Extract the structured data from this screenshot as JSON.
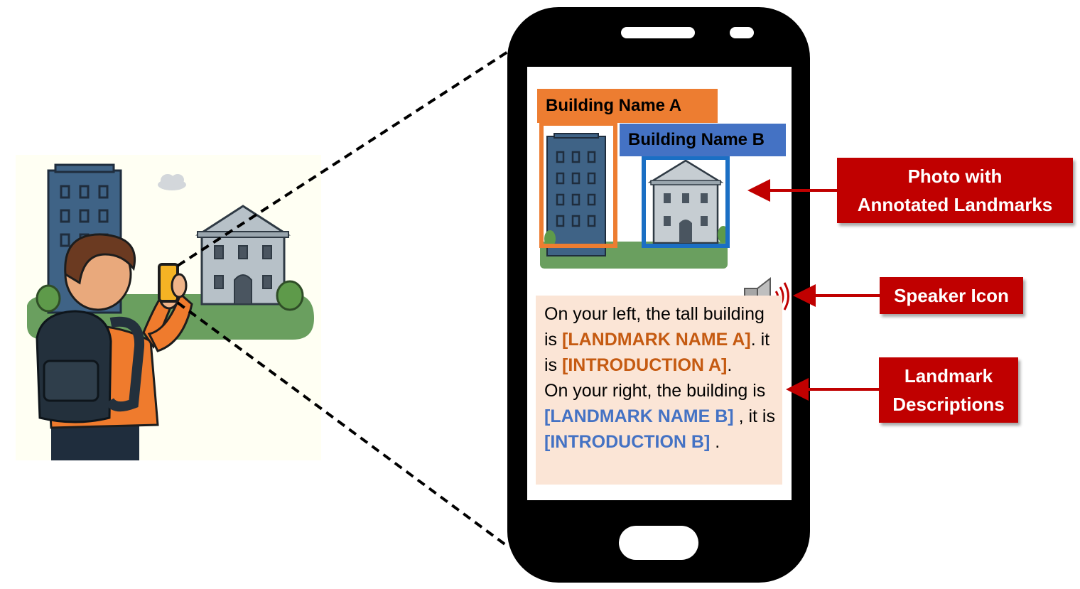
{
  "screen": {
    "label_a": "Building Name A",
    "label_b": "Building Name B"
  },
  "description": {
    "line1_pre": "On your left, the tall building is ",
    "landmark_a": "[LANDMARK NAME A]",
    "line1_mid": ". it is ",
    "intro_a": "[INTRODUCTION A]",
    "line1_end": ".",
    "line2_pre": "On your right, the building is ",
    "landmark_b": "[LANDMARK NAME B]",
    "line2_mid": " , it is ",
    "intro_b": "[INTRODUCTION B]",
    "line2_end": " ."
  },
  "callouts": {
    "photo_line1": "Photo with",
    "photo_line2": "Annotated Landmarks",
    "speaker": "Speaker Icon",
    "desc_line1": "Landmark",
    "desc_line2": "Descriptions"
  },
  "colors": {
    "label_a": "#ed7d31",
    "label_b": "#4472c4",
    "callout": "#c00000",
    "description_bg": "#fbe5d6",
    "highlight_a": "#c55a11",
    "highlight_b": "#4472c4"
  }
}
